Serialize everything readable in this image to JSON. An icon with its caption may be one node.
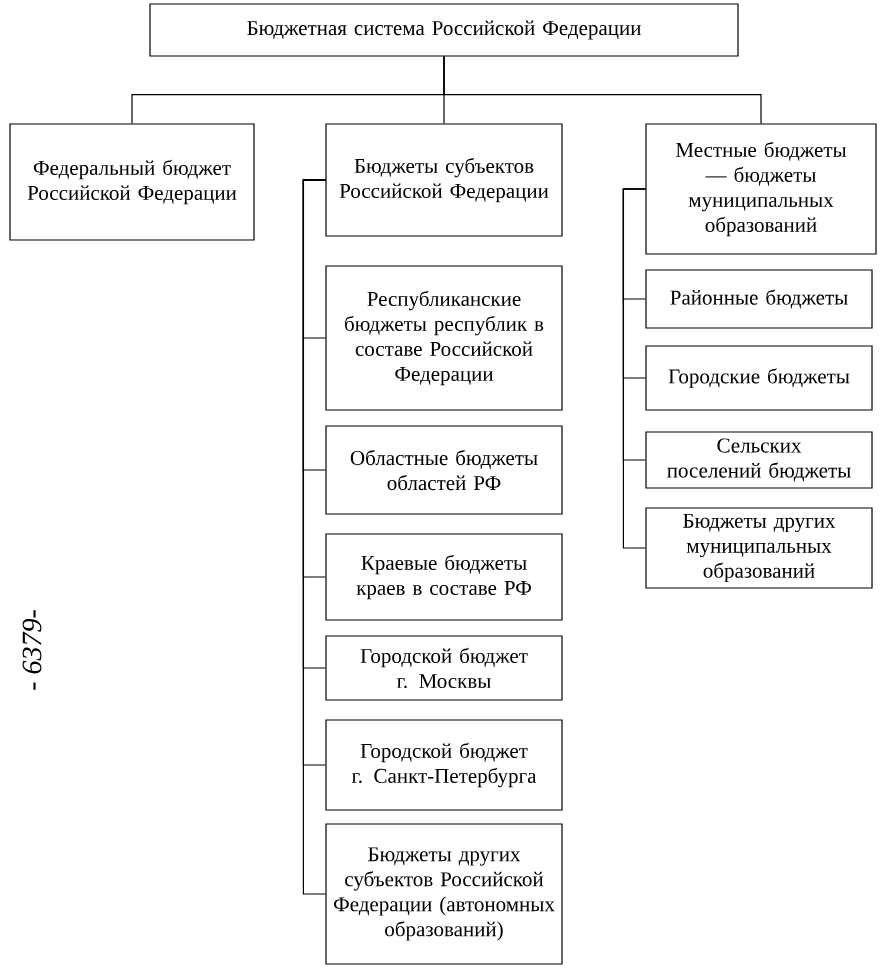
{
  "diagram": {
    "nodes": [
      {
        "text": [
          "Бюджетная система Российской Федерации"
        ]
      },
      {
        "text": [
          "Федеральный бюджет Российской Федерации"
        ]
      },
      {
        "text": [
          "Бюджеты субъектов Российской Федерации"
        ]
      },
      {
        "text": [
          "Местные бюджеты — бюджеты муниципальных образований"
        ]
      },
      {
        "text": [
          "Республиканские бюджеты республик в составе Российской Федерации"
        ]
      },
      {
        "text": [
          "Областные бюджеты областей РФ"
        ]
      },
      {
        "text": [
          "Краевые бюджеты краев в составе РФ"
        ]
      },
      {
        "text": [
          "Городской бюджет г. Москвы"
        ]
      },
      {
        "text": [
          "Городской бюджет г. Санкт-Петербурга"
        ]
      },
      {
        "text": [
          "Бюджеты других субъектов Российской Федерации (автономных образований)"
        ]
      },
      {
        "text": [
          "Районные бюджеты"
        ]
      },
      {
        "text": [
          "Городские бюджеты"
        ]
      },
      {
        "text": [
          "Сельских поселений бюджеты"
        ]
      },
      {
        "text": [
          "Бюджеты других муниципальных образований"
        ]
      }
    ],
    "edges": [
      {
        "from": 0,
        "to": 1,
        "arrow": "none"
      },
      {
        "from": 0,
        "to": 2,
        "arrow": "none"
      },
      {
        "from": 0,
        "to": 3,
        "arrow": "none"
      },
      {
        "from": 2,
        "to": 4,
        "arrow": "none"
      },
      {
        "from": 2,
        "to": 5,
        "arrow": "none"
      },
      {
        "from": 2,
        "to": 6,
        "arrow": "none"
      },
      {
        "from": 2,
        "to": 7,
        "arrow": "none"
      },
      {
        "from": 2,
        "to": 8,
        "arrow": "none"
      },
      {
        "from": 2,
        "to": 9,
        "arrow": "none"
      },
      {
        "from": 3,
        "to": 10,
        "arrow": "none"
      },
      {
        "from": 3,
        "to": 11,
        "arrow": "none"
      },
      {
        "from": 3,
        "to": 12,
        "arrow": "none"
      },
      {
        "from": 3,
        "to": 13,
        "arrow": "none"
      }
    ],
    "labels": [
      "- 6379-"
    ]
  }
}
